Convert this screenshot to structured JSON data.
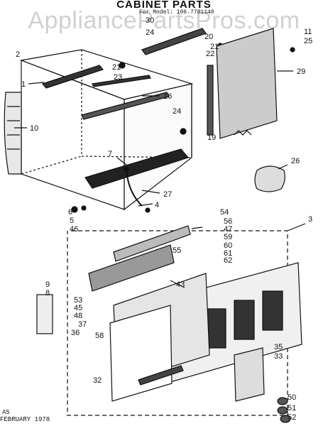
{
  "header": {
    "title": "CABINET PARTS",
    "model_label": "For Model: 106.7781140",
    "watermark": "AppliancePartsPros.com"
  },
  "footer": {
    "code": "A5",
    "date": "FEBRUARY 1978"
  },
  "callouts": [
    "2",
    "1",
    "21",
    "23",
    "16",
    "10",
    "24",
    "7",
    "27",
    "4",
    "6",
    "5",
    "46",
    "30",
    "24",
    "20",
    "21",
    "22",
    "11",
    "25",
    "29",
    "19",
    "26",
    "3",
    "54",
    "56",
    "47",
    "59",
    "60",
    "61",
    "62",
    "55",
    "9",
    "8",
    "53",
    "45",
    "48",
    "37",
    "36",
    "58",
    "43",
    "35",
    "33",
    "32",
    "50",
    "51",
    "52"
  ],
  "colors": {
    "ink": "#111111",
    "watermark": "#888888"
  }
}
